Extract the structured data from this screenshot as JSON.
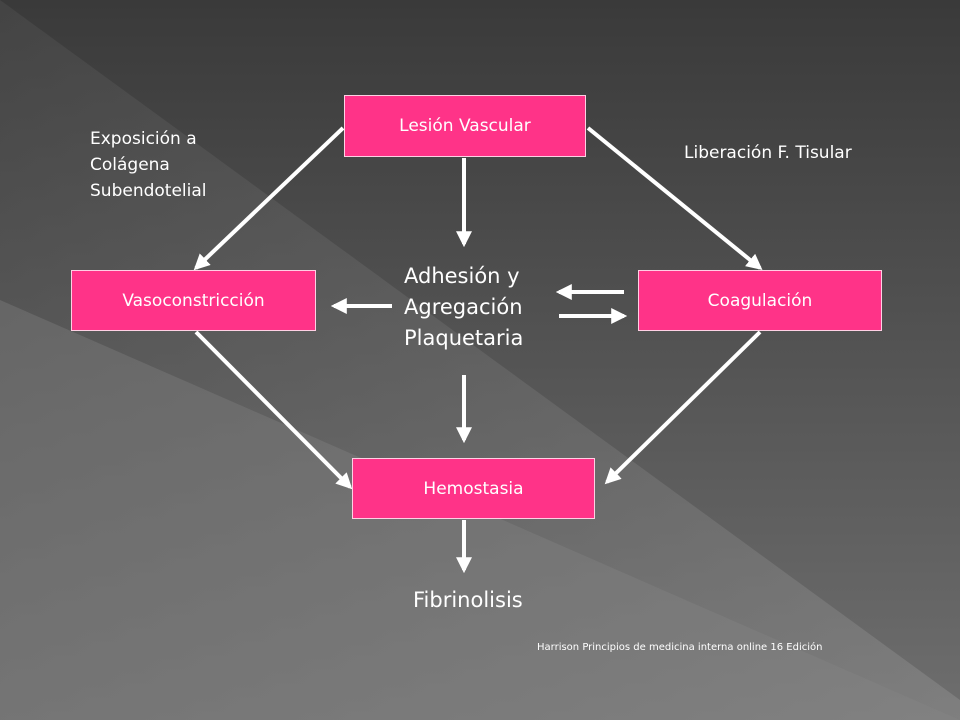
{
  "colors": {
    "node_fill": "#ff3388",
    "arrow": "#ffffff",
    "text": "#ffffff"
  },
  "nodes": {
    "lesion": "Lesión Vascular",
    "vasoconstriccion": "Vasoconstricción",
    "coagulacion": "Coagulación",
    "hemostasia": "Hemostasia"
  },
  "labels": {
    "exposicion": [
      "Exposición a",
      "Colágena",
      "Subendotelial"
    ],
    "liberacion": "Liberación F. Tisular",
    "adhesion": [
      "Adhesión y",
      "Agregación",
      "Plaquetaria"
    ],
    "fibrinolisis": "Fibrinolisis",
    "citation": "Harrison Principios de medicina interna online 16 Edición"
  }
}
